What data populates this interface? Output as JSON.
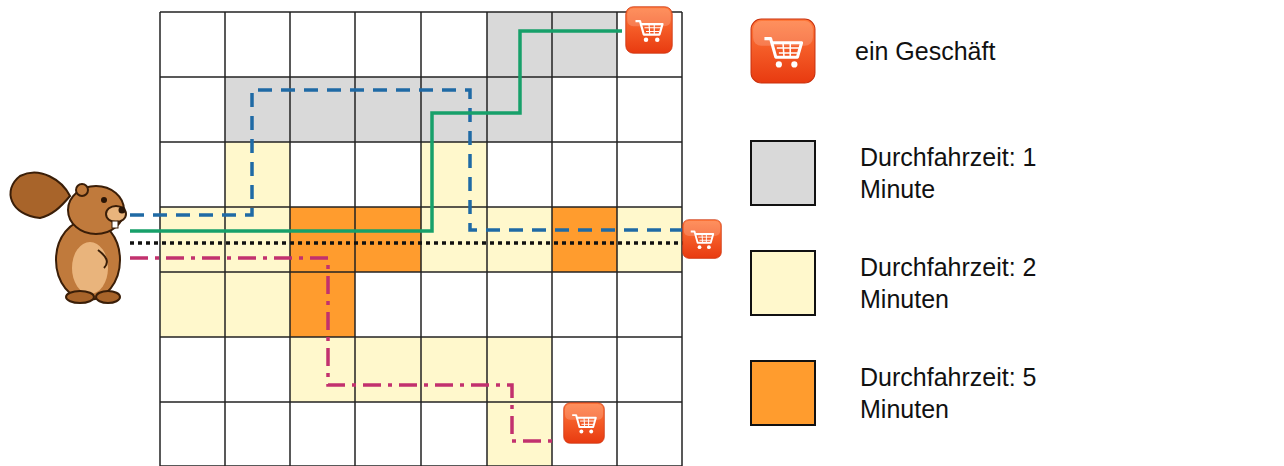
{
  "diagram": {
    "legend": [
      {
        "text": "ein Geschäft"
      },
      {
        "text": "Durchfahrzeit: 1 Minute",
        "color": "#d9d9d9"
      },
      {
        "text": "Durchfahrzeit: 2 Minuten",
        "color": "#fff8cc"
      },
      {
        "text": "Durchfahrzeit: 5 Minuten",
        "color": "#ff9c2e"
      }
    ]
  }
}
